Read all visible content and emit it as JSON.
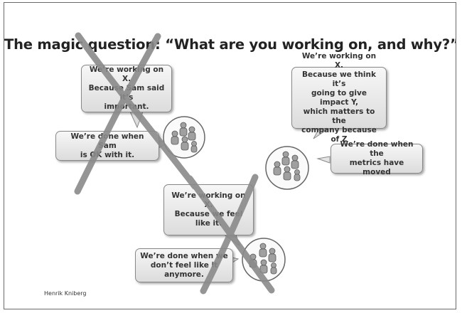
{
  "title": "The magic question: “What are you working on, and why?”",
  "author": "Henrik Kniberg",
  "scenarios": {
    "top_left": {
      "why": "We’re working on X.\nBecause Sam said it’s\nimportant.",
      "done": "We’re done when Sam\nis OK with it.",
      "crossed_out": true
    },
    "right": {
      "why": "We’re working on X.\nBecause we think it’s\ngoing to give impact Y,\nwhich matters to the\ncompany because of Z",
      "done": "We’re done when the\nmetrics have moved",
      "crossed_out": false
    },
    "bottom": {
      "why": "We’re working on X.\nBecause we feel like it.",
      "done": "We’re done when we\ndon’t feel like it\nanymore.",
      "crossed_out": true
    }
  },
  "icons": {
    "team": "team-of-people-icon",
    "cross": "x-cross-mark-icon"
  },
  "colors": {
    "bubble_fill": "#e6e6e6",
    "bubble_border": "#888888",
    "cross": "#8a8a8a",
    "person": "#9a9a9a"
  }
}
